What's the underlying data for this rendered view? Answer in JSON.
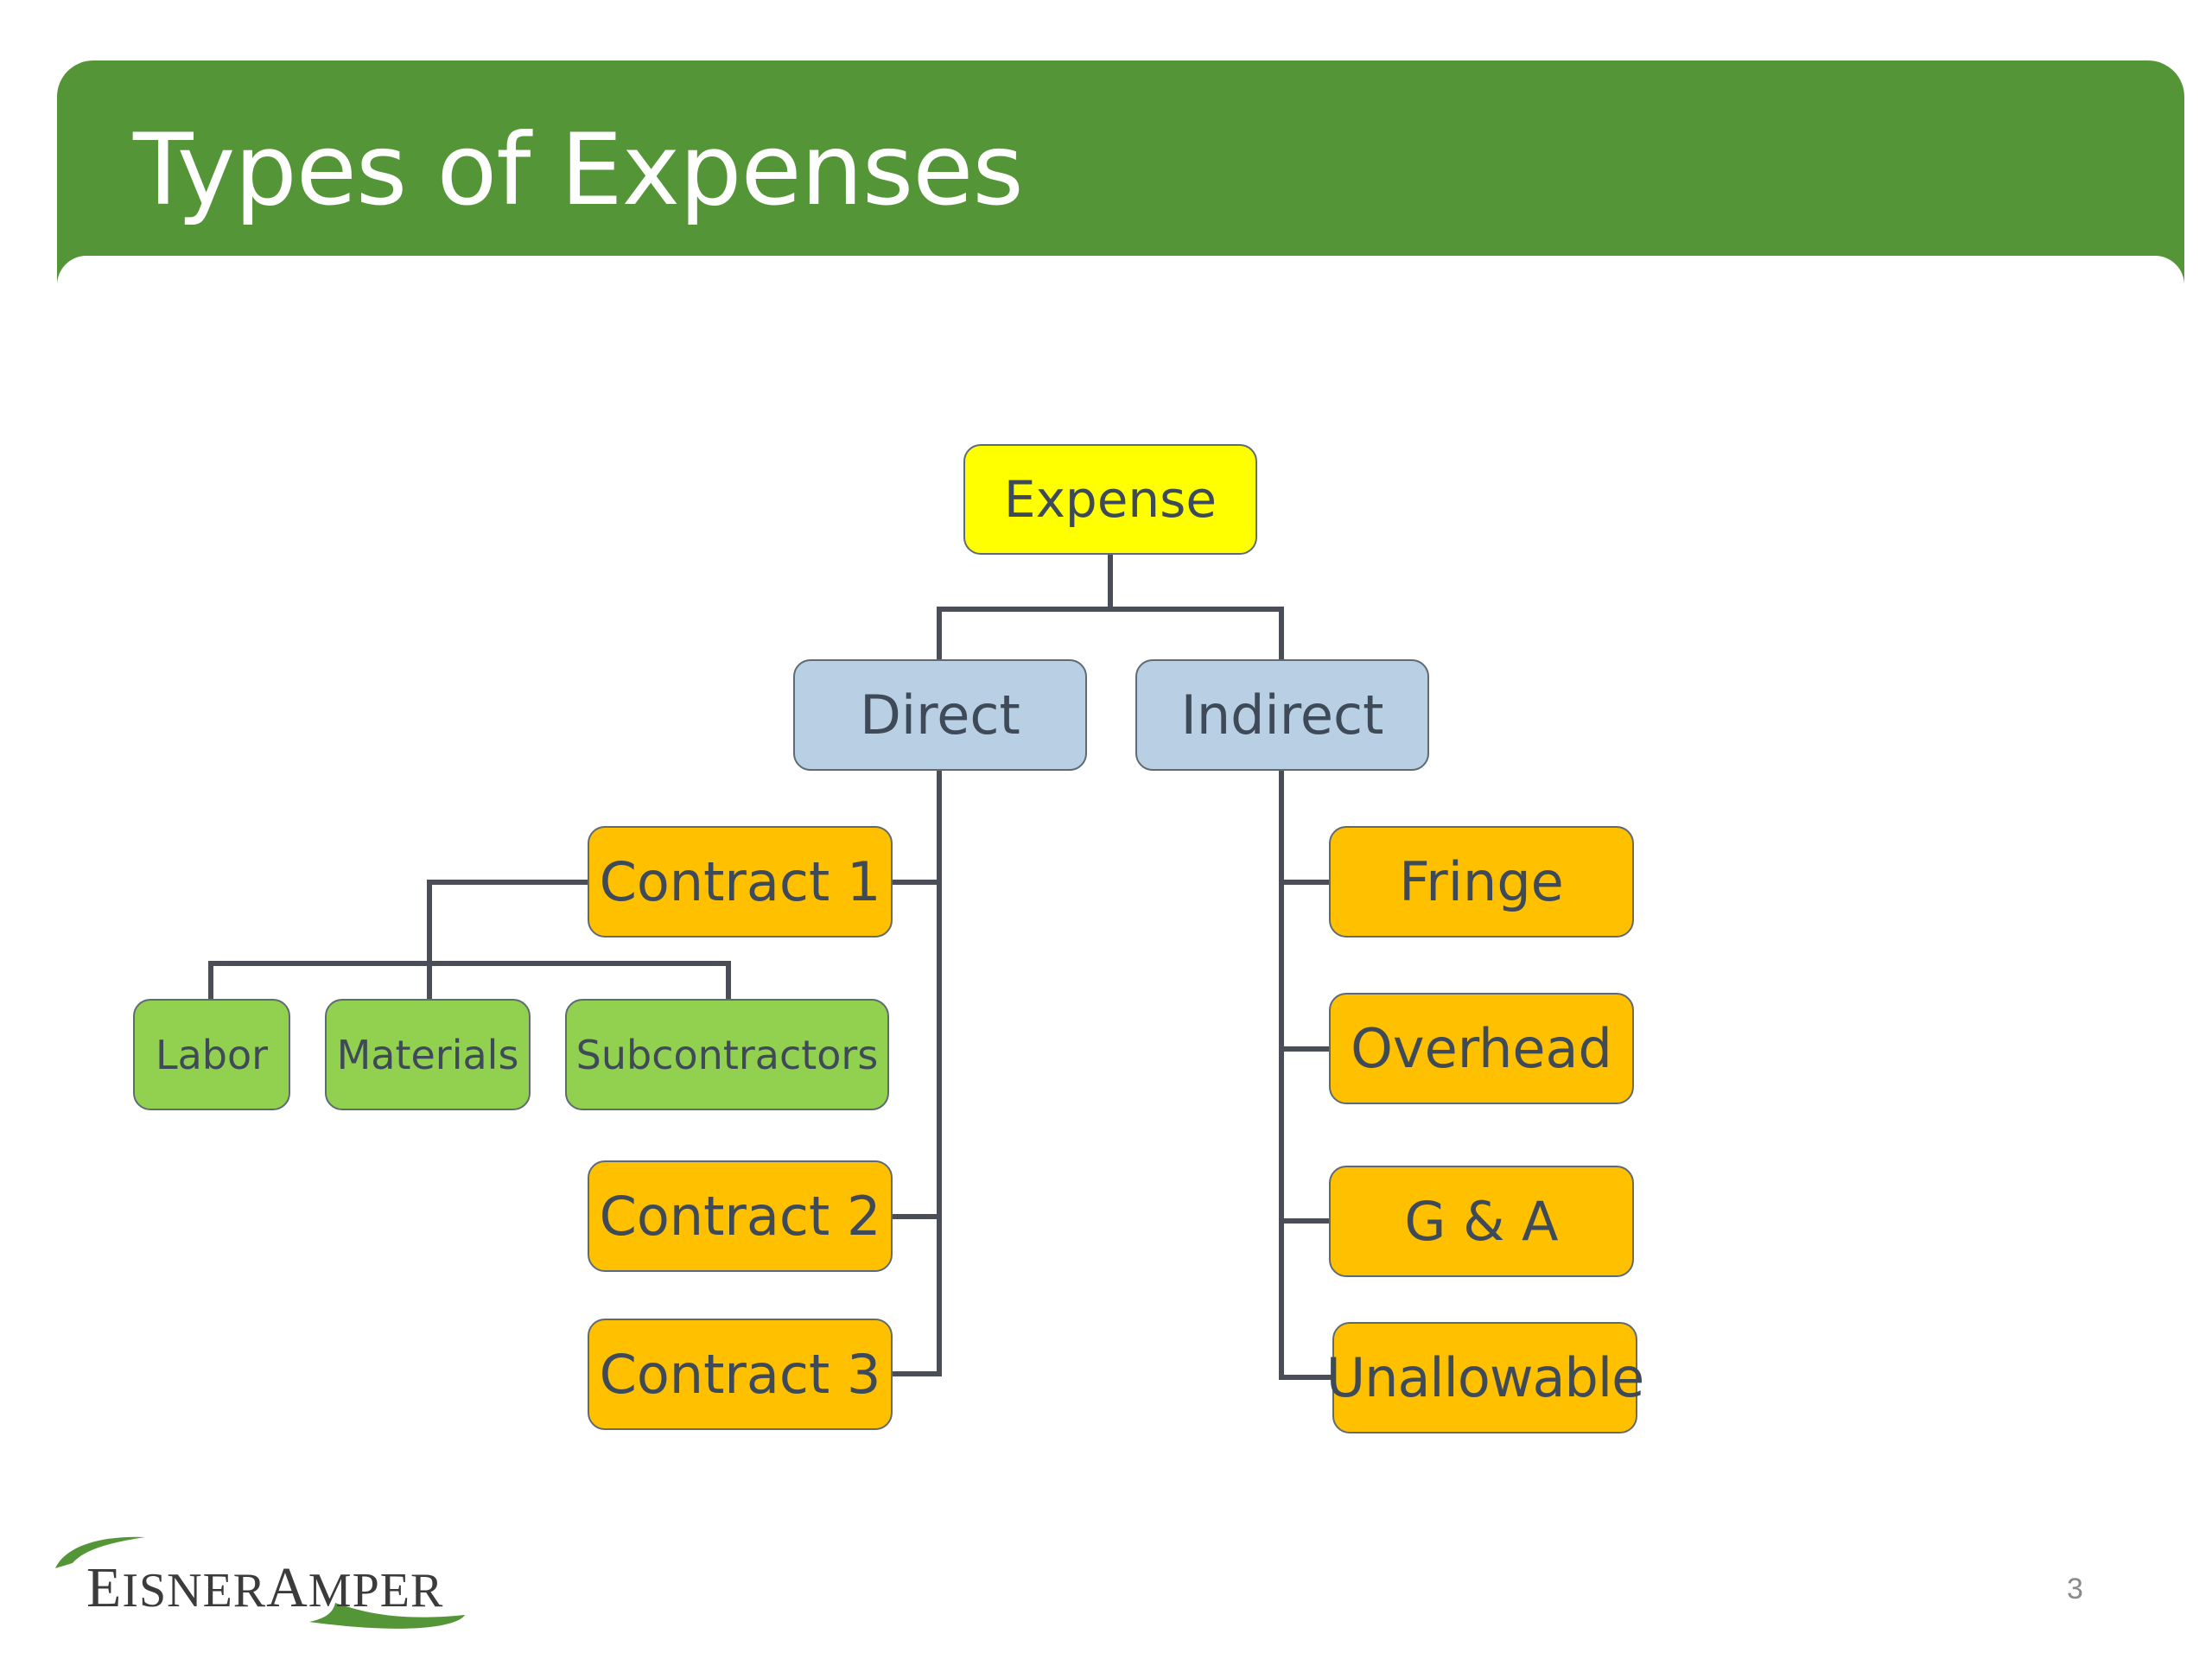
{
  "slide": {
    "title": "Types of Expenses",
    "page_number": "3",
    "logo_text": "EisnerAmper"
  },
  "diagram": {
    "root": "Expense",
    "categories": [
      "Direct",
      "Indirect"
    ],
    "direct_contracts": [
      "Contract 1",
      "Contract 2",
      "Contract 3"
    ],
    "contract1_components": [
      "Labor",
      "Materials",
      "Subcontractors"
    ],
    "indirect_items": [
      "Fringe",
      "Overhead",
      "G & A",
      "Unallowable"
    ]
  },
  "colors": {
    "header_green": "#549637",
    "root_fill": "#ffff00",
    "category_fill": "#b9cfe4",
    "item_fill": "#ffc000",
    "leaf_fill": "#92d050",
    "connector": "#4a4f57"
  }
}
